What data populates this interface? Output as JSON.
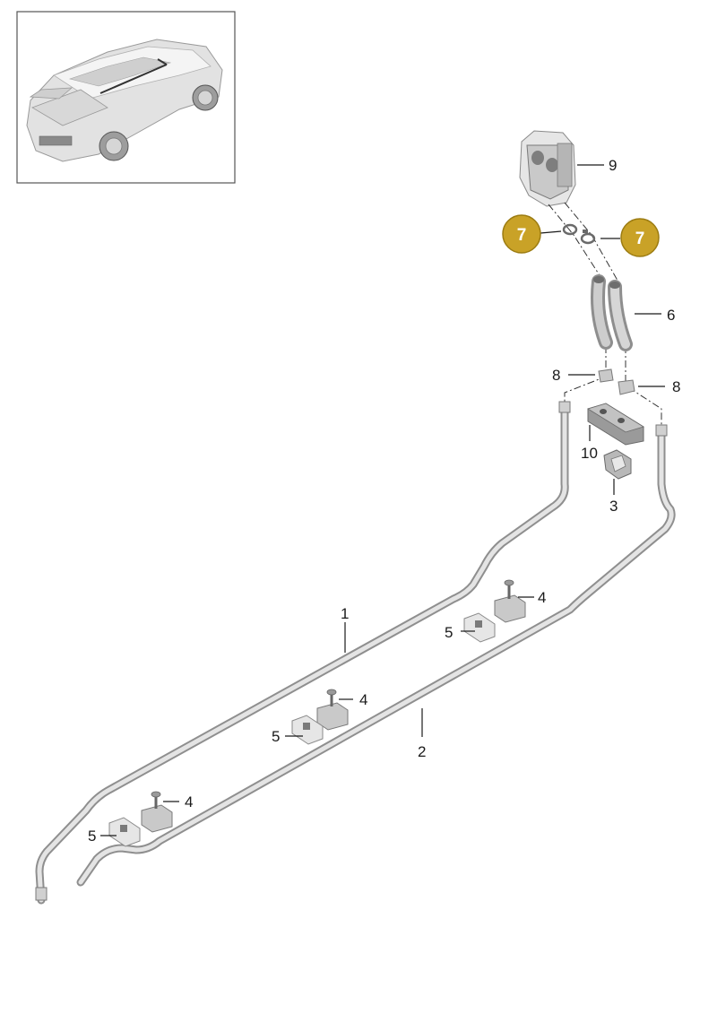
{
  "callouts": {
    "c1": "1",
    "c2": "2",
    "c3": "3",
    "c4a": "4",
    "c4b": "4",
    "c4c": "4",
    "c5a": "5",
    "c5b": "5",
    "c5c": "5",
    "c6": "6",
    "c7a": "7",
    "c7b": "7",
    "c8a": "8",
    "c8b": "8",
    "c9": "9",
    "c10": "10"
  },
  "colors": {
    "badge": "#c9a227",
    "badge_stroke": "#9c7c12",
    "pipe": "#8f8f8f",
    "thumbnail_border": "#555555"
  },
  "icons": {
    "thumbnail": "car-rear-view-icon"
  }
}
